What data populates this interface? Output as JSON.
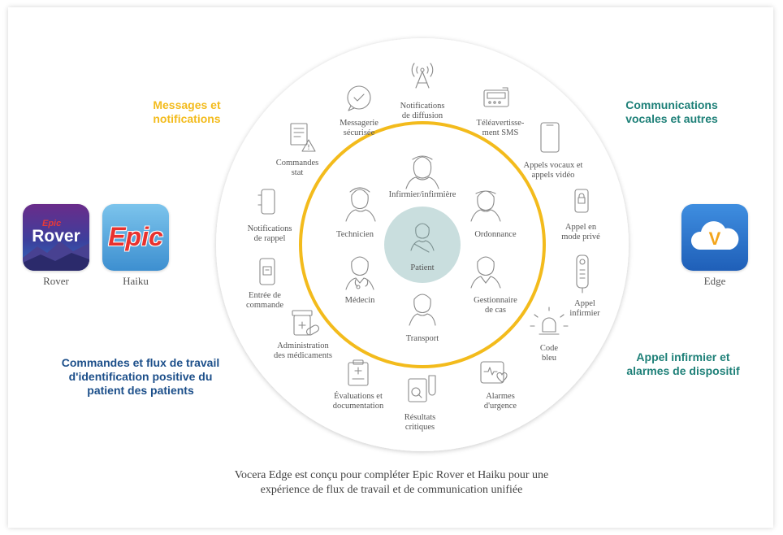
{
  "categories": {
    "messages": "Messages et\nnotifications",
    "voice": "Communications\nvocales et autres",
    "orders": "Commandes et flux de travail\nd'identification positive du\npatient des patients",
    "nurse_call": "Appel infirmier et\nalarmes de dispositif"
  },
  "outer_ring": [
    {
      "label": "Notifications\nde diffusion",
      "icon": "broadcast-tower-icon"
    },
    {
      "label": "Téléavertisse-\nment SMS",
      "icon": "pager-icon"
    },
    {
      "label": "Appels vocaux et\nappels vidéo",
      "icon": "smartphone-icon"
    },
    {
      "label": "Appel en\nmode privé",
      "icon": "phone-lock-icon"
    },
    {
      "label": "Appel\ninfirmier",
      "icon": "nurse-call-remote-icon"
    },
    {
      "label": "Code\nbleu",
      "icon": "alarm-light-icon"
    },
    {
      "label": "Alarmes\nd'urgence",
      "icon": "heart-monitor-icon"
    },
    {
      "label": "Résultats\ncritiques",
      "icon": "lab-results-icon"
    },
    {
      "label": "Évaluations et\ndocumentation",
      "icon": "clipboard-icon"
    },
    {
      "label": "Administration\ndes médicaments",
      "icon": "medication-icon"
    },
    {
      "label": "Entrée de\ncommande",
      "icon": "order-entry-phone-icon"
    },
    {
      "label": "Notifications\nde rappel",
      "icon": "reminder-phone-icon"
    },
    {
      "label": "Commandes\nstat",
      "icon": "stat-orders-icon"
    },
    {
      "label": "Messagerie\nsécurisée",
      "icon": "secure-message-icon"
    }
  ],
  "inner_roles": [
    {
      "label": "Infirmier/infirmière",
      "icon": "nurse-icon"
    },
    {
      "label": "Ordonnance",
      "icon": "orderly-icon"
    },
    {
      "label": "Gestionnaire\nde cas",
      "icon": "case-manager-icon"
    },
    {
      "label": "Transport",
      "icon": "transport-icon"
    },
    {
      "label": "Médecin",
      "icon": "doctor-icon"
    },
    {
      "label": "Technicien",
      "icon": "technician-icon"
    }
  ],
  "center": {
    "label": "Patient",
    "icon": "patient-icon"
  },
  "apps": {
    "rover": {
      "name": "Rover",
      "logo_small": "Epic",
      "logo_main": "Rover"
    },
    "haiku": {
      "name": "Haiku",
      "logo_main": "Epic"
    },
    "edge": {
      "name": "Edge",
      "logo_main": "V"
    }
  },
  "footer": "Vocera Edge est conçu pour compléter Epic Rover et Haiku pour une\nexpérience de flux de travail et de communication unifiée",
  "colors": {
    "gold": "#f3bb1c",
    "teal": "#1e8078",
    "navy": "#1c4f8a",
    "ring_gray": "#e8e8e8",
    "center_fill": "#c9dede"
  }
}
